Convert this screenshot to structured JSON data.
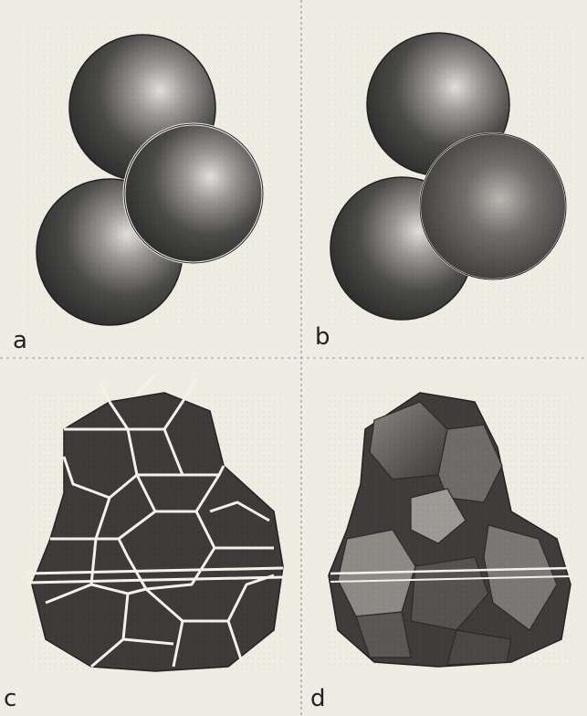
{
  "panels": {
    "a": {
      "label": "a"
    },
    "b": {
      "label": "b"
    },
    "c": {
      "label": "c"
    },
    "d": {
      "label": "d"
    }
  },
  "colors": {
    "paper": "#efece4",
    "sphere_dark": "#3a3a3a",
    "sphere_light": "#d8d6d0",
    "line": "#f6f4ee",
    "ink": "#222222"
  }
}
